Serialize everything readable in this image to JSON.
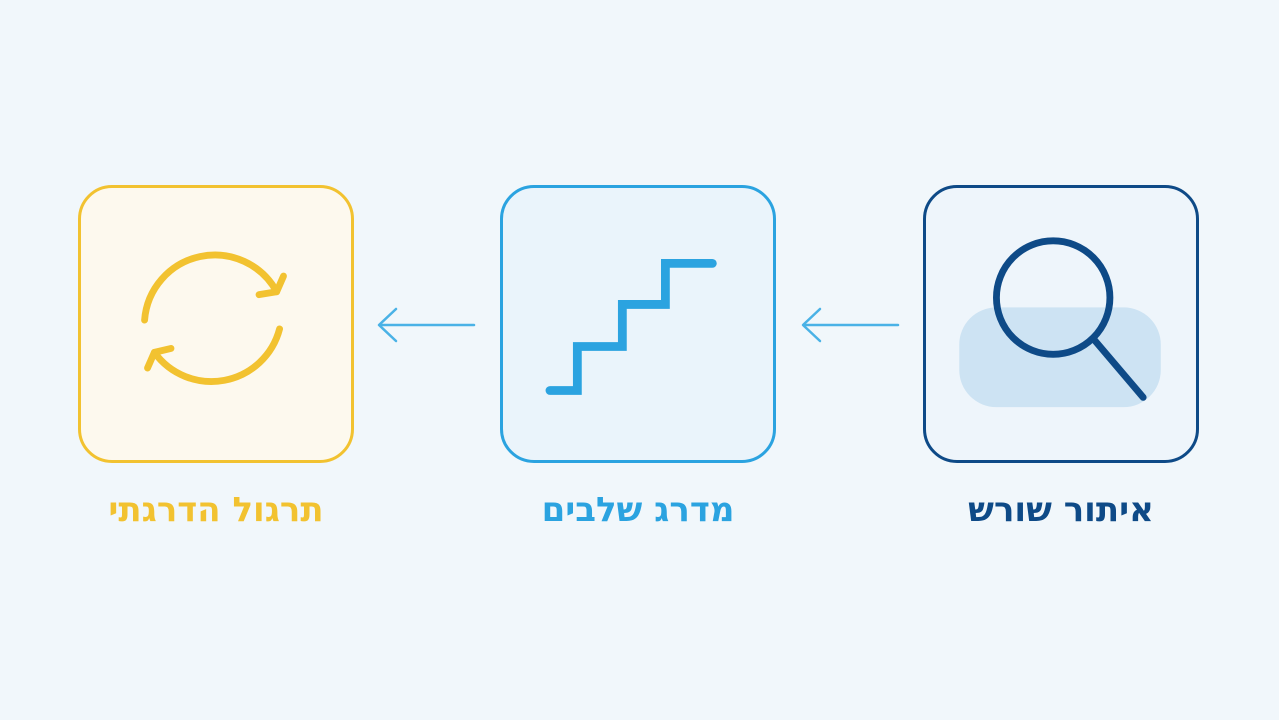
{
  "steps": [
    {
      "label": "איתור שורש",
      "icon": "magnifier-icon",
      "color": "#0e4a87",
      "fill": "#eef5fb",
      "highlight": "#cde3f3"
    },
    {
      "label": "מדרג שלבים",
      "icon": "staircase-icon",
      "color": "#2ba3e0",
      "fill": "#eaf4fb"
    },
    {
      "label": "תרגול הדרגתי",
      "icon": "refresh-cycle-icon",
      "color": "#f2c230",
      "fill": "#fdf9ee"
    }
  ],
  "flow_direction": "right-to-left",
  "arrow_color": "#4ab2e6",
  "background": "#f1f7fb"
}
